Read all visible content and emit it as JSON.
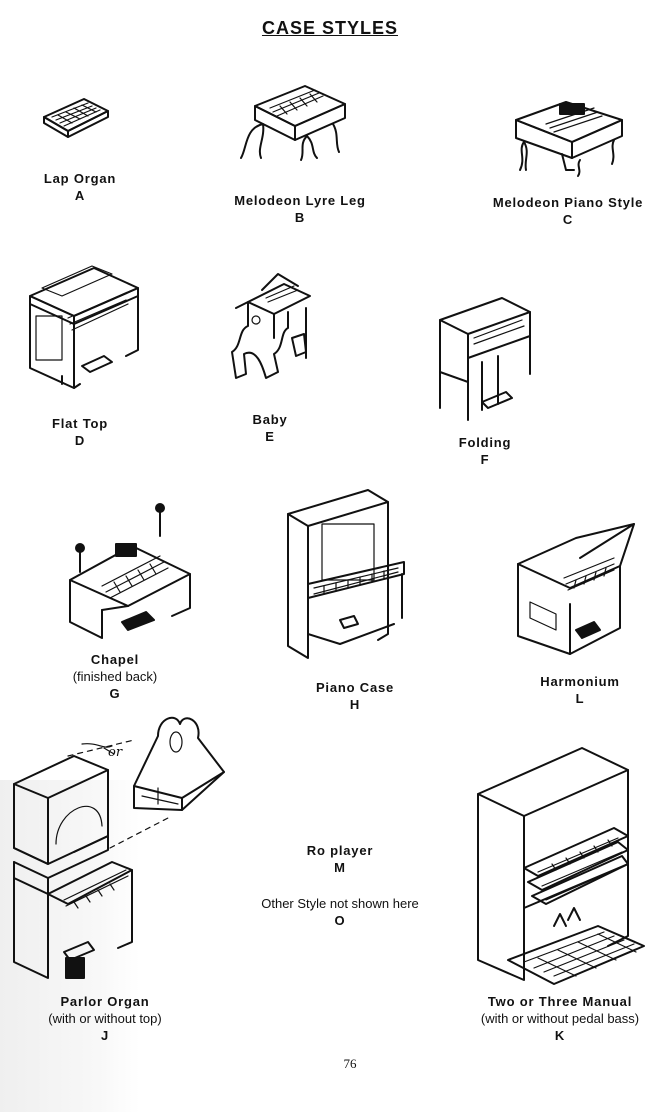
{
  "page": {
    "title": "CASE STYLES",
    "page_number": "76"
  },
  "styles": [
    {
      "key": "a",
      "name": "Lap Organ",
      "letter": "A",
      "note": ""
    },
    {
      "key": "b",
      "name": "Melodeon Lyre Leg",
      "letter": "B",
      "note": ""
    },
    {
      "key": "c",
      "name": "Melodeon Piano Style",
      "letter": "C",
      "note": ""
    },
    {
      "key": "d",
      "name": "Flat Top",
      "letter": "D",
      "note": ""
    },
    {
      "key": "e",
      "name": "Baby",
      "letter": "E",
      "note": ""
    },
    {
      "key": "f",
      "name": "Folding",
      "letter": "F",
      "note": ""
    },
    {
      "key": "g",
      "name": "Chapel",
      "letter": "G",
      "note": "(finished back)"
    },
    {
      "key": "h",
      "name": "Piano Case",
      "letter": "H",
      "note": ""
    },
    {
      "key": "l",
      "name": "Harmonium",
      "letter": "L",
      "note": ""
    },
    {
      "key": "m",
      "name": "Ro player",
      "letter": "M",
      "note": ""
    },
    {
      "key": "o",
      "name": "Other Style not shown here",
      "letter": "O",
      "note": ""
    },
    {
      "key": "j",
      "name": "Parlor Organ",
      "letter": "J",
      "note": "(with or without top)"
    },
    {
      "key": "k",
      "name": "Two or Three Manual",
      "letter": "K",
      "note": "(with or without pedal bass)"
    }
  ],
  "annotations": {
    "handwritten_or": "or"
  }
}
